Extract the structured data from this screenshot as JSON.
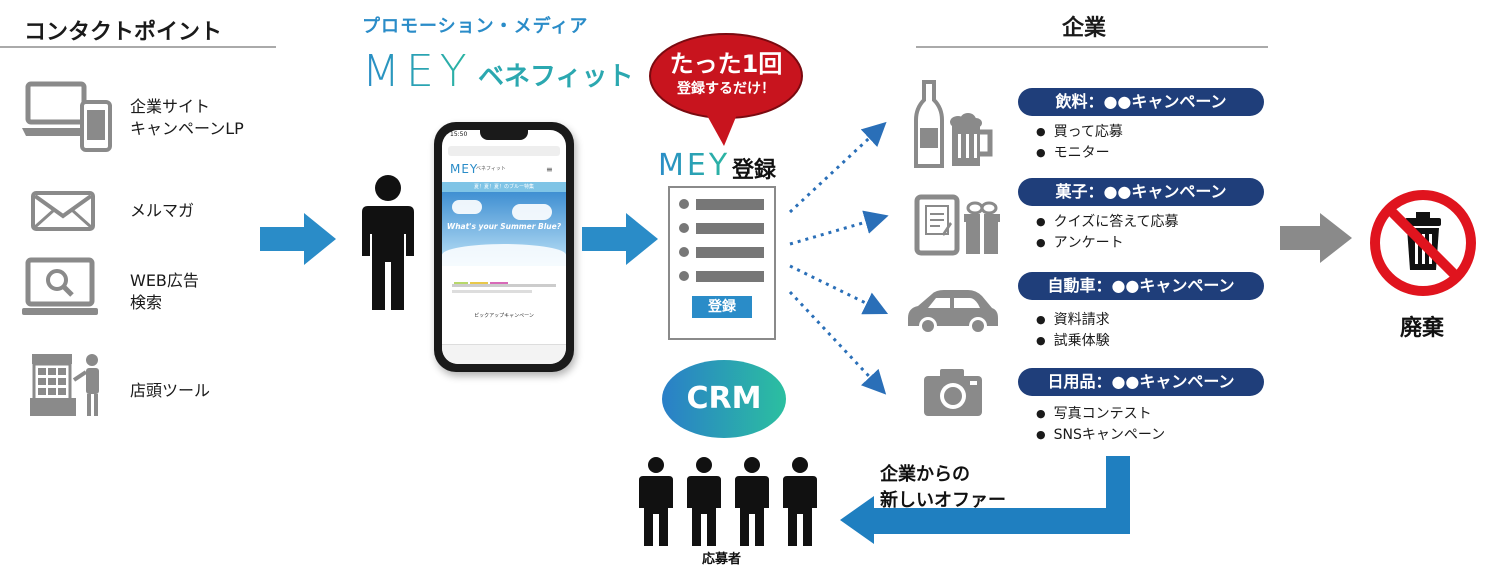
{
  "contact": {
    "title": "コンタクトポイント",
    "items": [
      {
        "label": "企業サイト\nキャンペーンLP",
        "icon": "laptop-phone-icon"
      },
      {
        "label": "メルマガ",
        "icon": "envelope-icon"
      },
      {
        "label": "WEB広告\n検索",
        "icon": "web-search-icon"
      },
      {
        "label": "店頭ツール",
        "icon": "shop-stand-icon"
      }
    ]
  },
  "promo": {
    "heading": "プロモーション・メディア",
    "logo": "MEY",
    "subtitle": "ベネフィット"
  },
  "phone": {
    "time": "15:50",
    "app_name": "MEY",
    "app_sub": "ベネフィット",
    "banner": "夏！夏！夏！のブルー特集",
    "hero_text": "What's your Summer Blue?",
    "section_label": "ピックアップキャンペーン"
  },
  "bubble": {
    "line1": "たった1回",
    "line2": "登録するだけ！"
  },
  "register": {
    "logo": "MEY",
    "label": "登録",
    "button": "登録"
  },
  "crm": {
    "label": "CRM"
  },
  "applicants": {
    "label": "応募者"
  },
  "company": {
    "title": "企業",
    "campaigns": [
      {
        "title": "飲料：●●キャンペーン",
        "bullets": [
          "買って応募",
          "モニター"
        ],
        "icon": "bottle-beer-icon"
      },
      {
        "title": "菓子：●●キャンペーン",
        "bullets": [
          "クイズに答えて応募",
          "アンケート"
        ],
        "icon": "tablet-gift-icon"
      },
      {
        "title": "自動車：●●キャンペーン",
        "bullets": [
          "資料請求",
          "試乗体験"
        ],
        "icon": "car-icon"
      },
      {
        "title": "日用品：●●キャンペーン",
        "bullets": [
          "写真コンテスト",
          "SNSキャンペーン"
        ],
        "icon": "camera-icon"
      }
    ]
  },
  "offer": {
    "line1": "企業からの",
    "line2": "新しいオファー"
  },
  "discard": {
    "label": "廃棄",
    "icon": "no-trash-icon"
  },
  "colors": {
    "accent_blue": "#2a8cc8",
    "navy": "#1f3e7a",
    "bubble_red": "#c8141e",
    "icon_gray": "#8a8a8a"
  }
}
